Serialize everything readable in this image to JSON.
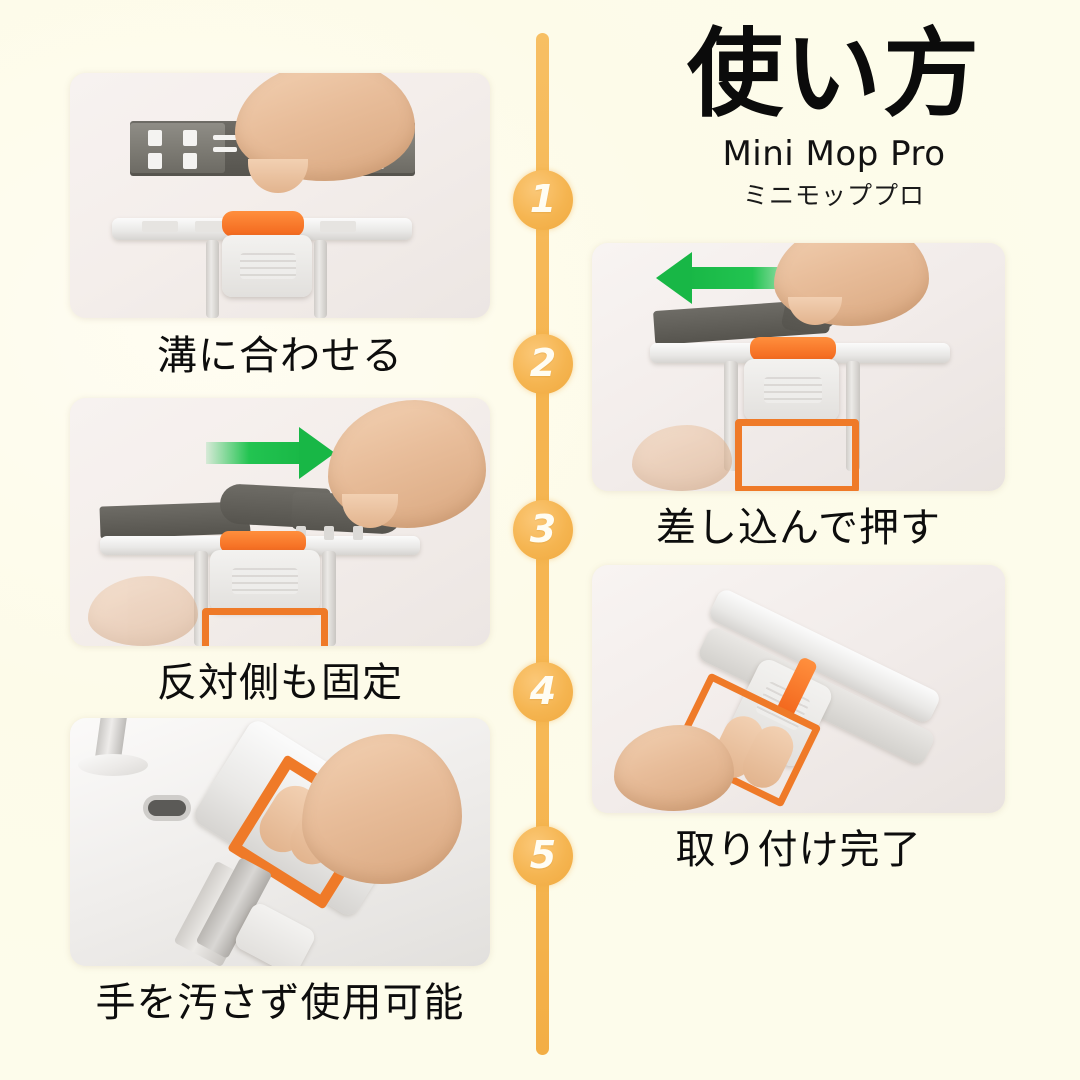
{
  "page": {
    "background_color": "#fdfceb",
    "accent_color": "#f5b551",
    "arrow_color": "#18b746",
    "product_accent_color": "#ef7a28"
  },
  "header": {
    "title": "使い方",
    "subtitle_en": "Mini Mop Pro",
    "subtitle_jp": "ミニモッププロ"
  },
  "timeline": {
    "badges": [
      "1",
      "2",
      "3",
      "4",
      "5"
    ]
  },
  "steps": [
    {
      "number": "1",
      "caption": "溝に合わせる",
      "photo_alt": "グレーのモップパッドを本体の溝の上に合わせて持つ手",
      "arrow": "none"
    },
    {
      "number": "2",
      "caption": "差し込んで押す",
      "photo_alt": "モップパッドを左方向に差し込んで押し込む手",
      "arrow": "left"
    },
    {
      "number": "3",
      "caption": "反対側も固定",
      "photo_alt": "反対側のパッドを右方向に押して固定する手",
      "arrow": "right"
    },
    {
      "number": "4",
      "caption": "取り付け完了",
      "photo_alt": "取り付けが完了したミニモップを手に持った状態",
      "arrow": "none"
    },
    {
      "number": "5",
      "caption": "手を汚さず使用可能",
      "photo_alt": "洗面台のそばでオレンジのレバーを握り手を汚さず使う様子",
      "arrow": "none"
    }
  ]
}
